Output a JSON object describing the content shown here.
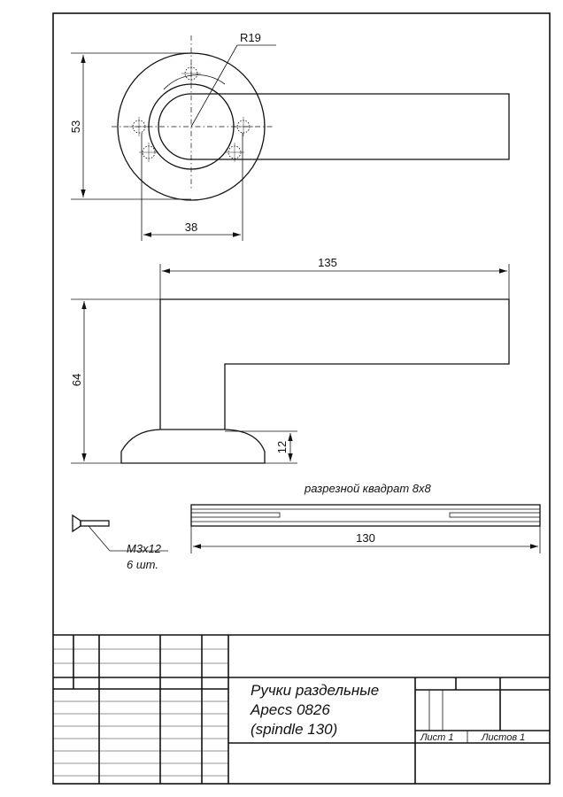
{
  "dimensions": {
    "radius": "R19",
    "rose_height": "53",
    "hole_spacing": "38",
    "lever_length": "135",
    "lever_height": "64",
    "rose_thickness": "12",
    "spindle_length": "130"
  },
  "notes": {
    "spindle": "разрезной квадрат 8х8",
    "screw_size": "М3х12",
    "screw_qty": "6 шт."
  },
  "title_block": {
    "title_line1": "Ручки раздельные",
    "title_line2": "Apecs 0826",
    "title_line3": "(spindle 130)",
    "sheet_label": "Лист 1",
    "sheets_label": "Листов 1"
  }
}
